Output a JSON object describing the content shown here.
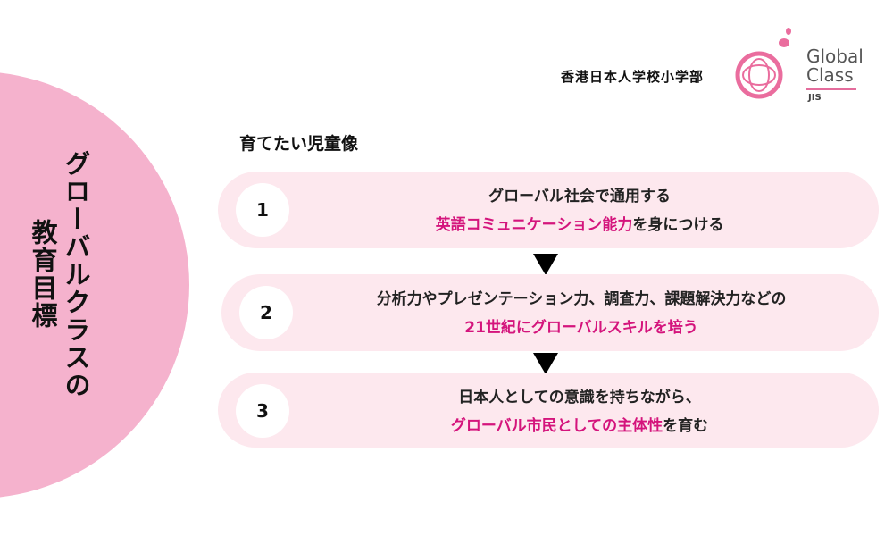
{
  "title": {
    "line1": "グローバルクラスの",
    "line2": "教育目標"
  },
  "header": {
    "school": "香港日本人学校小学部",
    "logo_line1": "Global",
    "logo_line2": "Class",
    "logo_sub": "JIS"
  },
  "heading": "育てたい児童像",
  "items": [
    {
      "num": "1",
      "line1": "グローバル社会で通用する",
      "line2_hl": "英語コミュニケーション能力",
      "line2_rest": "を身につける"
    },
    {
      "num": "2",
      "line1": "分析力やプレゼンテーション力、調査力、課題解決力などの",
      "line2_hl": "21世紀にグローバルスキルを培う",
      "line2_rest": ""
    },
    {
      "num": "3",
      "line1": "日本人としての意識を持ちながら、",
      "line2_hl": "グローバル市民としての主体性",
      "line2_rest": "を育む"
    }
  ],
  "colors": {
    "accent": "#d4147c",
    "circle": "#f5b2cd",
    "row": "#fde8ee"
  }
}
